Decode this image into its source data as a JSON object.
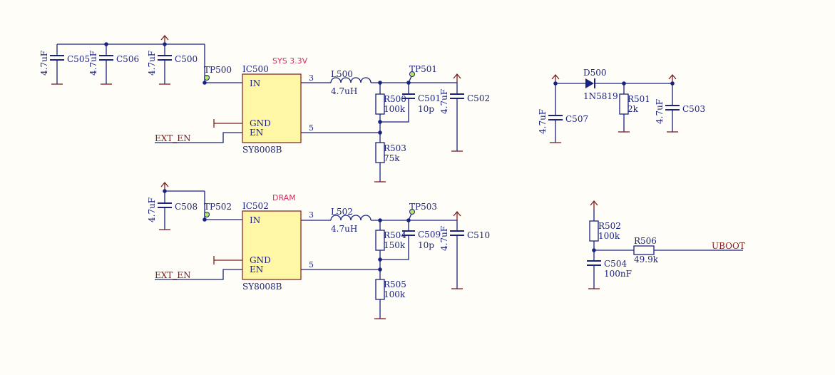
{
  "left_caps": {
    "c505": {
      "ref": "C505",
      "value": "4.7uF"
    },
    "c506": {
      "ref": "C506",
      "value": "4.7uF"
    },
    "c500": {
      "ref": "C500",
      "value": "4.7uF"
    }
  },
  "sys": {
    "rail_label": "SYS 3.3V",
    "tp_in": "TP500",
    "ic_ref": "IC500",
    "ic_part": "SY8008B",
    "pin_in": "IN",
    "pin_gnd": "GND",
    "pin_en": "EN",
    "pin3": "3",
    "pin5": "5",
    "en_net": "EXT_EN",
    "inductor": {
      "ref": "L500",
      "value": "4.7uH"
    },
    "tp_out": "TP501",
    "r_top": {
      "ref": "R500",
      "value": "100k"
    },
    "c_ff": {
      "ref": "C501",
      "value": "10p"
    },
    "c_out": {
      "ref": "C502",
      "value": "4.7uF"
    },
    "r_bot": {
      "ref": "R503",
      "value": "75k"
    }
  },
  "dram": {
    "rail_label": "DRAM",
    "in_cap": {
      "ref": "C508",
      "value": "4.7uF"
    },
    "tp_in": "TP502",
    "ic_ref": "IC502",
    "ic_part": "SY8008B",
    "pin_in": "IN",
    "pin_gnd": "GND",
    "pin_en": "EN",
    "pin3": "3",
    "pin5": "5",
    "en_net": "EXT_EN",
    "inductor": {
      "ref": "L502",
      "value": "4.7uH"
    },
    "tp_out": "TP503",
    "r_top": {
      "ref": "R504",
      "value": "150k"
    },
    "c_ff": {
      "ref": "C509",
      "value": "10p"
    },
    "c_out": {
      "ref": "C510",
      "value": "4.7uF"
    },
    "r_bot": {
      "ref": "R505",
      "value": "100k"
    }
  },
  "diode_block": {
    "c_in": {
      "ref": "C507",
      "value": "4.7uF"
    },
    "diode": {
      "ref": "D500",
      "value": "1N5819"
    },
    "r": {
      "ref": "R501",
      "value": "2k"
    },
    "c_out": {
      "ref": "C503",
      "value": "4.7uF"
    }
  },
  "uboot_block": {
    "r_pull": {
      "ref": "R502",
      "value": "100k"
    },
    "c": {
      "ref": "C504",
      "value": "100nF"
    },
    "r_series": {
      "ref": "R506",
      "value": "49.9k"
    },
    "net": "UBOOT"
  },
  "colors": {
    "wire": "#1a237e",
    "power": "#7b1f1f",
    "ic_fill": "#fff6a6",
    "rail_text": "#d0305a",
    "testpoint": "#b6e36b"
  }
}
